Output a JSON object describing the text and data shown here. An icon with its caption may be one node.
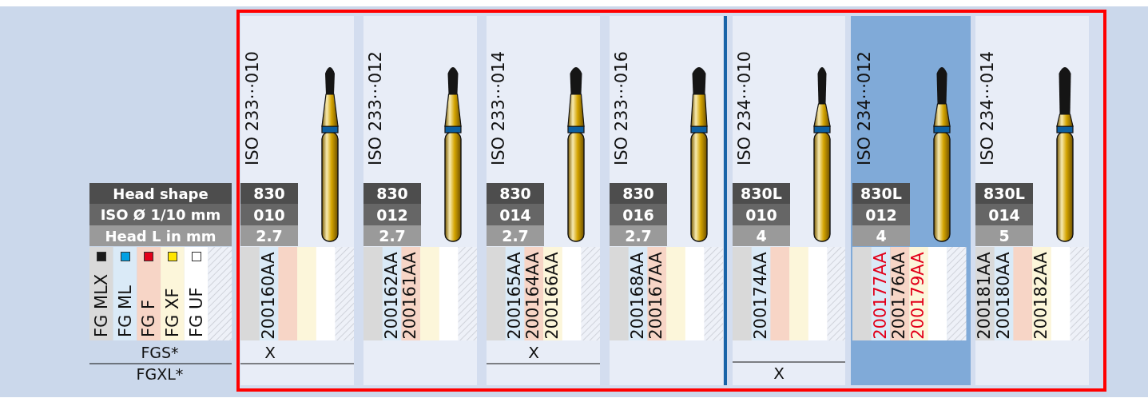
{
  "diagram": {
    "nodes": [
      {
        "text": [
          "ISO 233···010",
          "830",
          "010",
          "2.7",
          "200160AA",
          "X"
        ]
      },
      {
        "text": [
          "ISO 233···012",
          "830",
          "012",
          "2.7",
          "200162AA",
          "200161AA"
        ]
      },
      {
        "text": [
          "ISO 233···014",
          "830",
          "014",
          "2.7",
          "200165AA",
          "200164AA",
          "200166AA",
          "X"
        ]
      },
      {
        "text": [
          "ISO 233···016",
          "830",
          "016",
          "2.7",
          "200168AA",
          "200167AA"
        ]
      },
      {
        "text": [
          "ISO 234···010",
          "830L",
          "010",
          "4",
          "200174AA",
          "X"
        ]
      },
      {
        "text": [
          "ISO 234···012",
          "830L",
          "012",
          "4",
          "200177AA",
          "200176AA",
          "200179AA"
        ]
      },
      {
        "text": [
          "ISO 234···014",
          "830L",
          "014",
          "5",
          "200181AA",
          "200180AA",
          "200182AA"
        ]
      }
    ],
    "labels": [
      "Head shape",
      "ISO Ø 1/10 mm",
      "Head L in mm",
      "FGS*",
      "FGXL*"
    ],
    "legend": [
      {
        "text": "FG MLX",
        "color": "#1a1a1a"
      },
      {
        "text": "FG ML",
        "color": "#00a0e3"
      },
      {
        "text": "FG F",
        "color": "#e2001a"
      },
      {
        "text": "FG XF",
        "color": "#ffe500"
      },
      {
        "text": "FG UF",
        "color": "#ffffff"
      }
    ]
  }
}
